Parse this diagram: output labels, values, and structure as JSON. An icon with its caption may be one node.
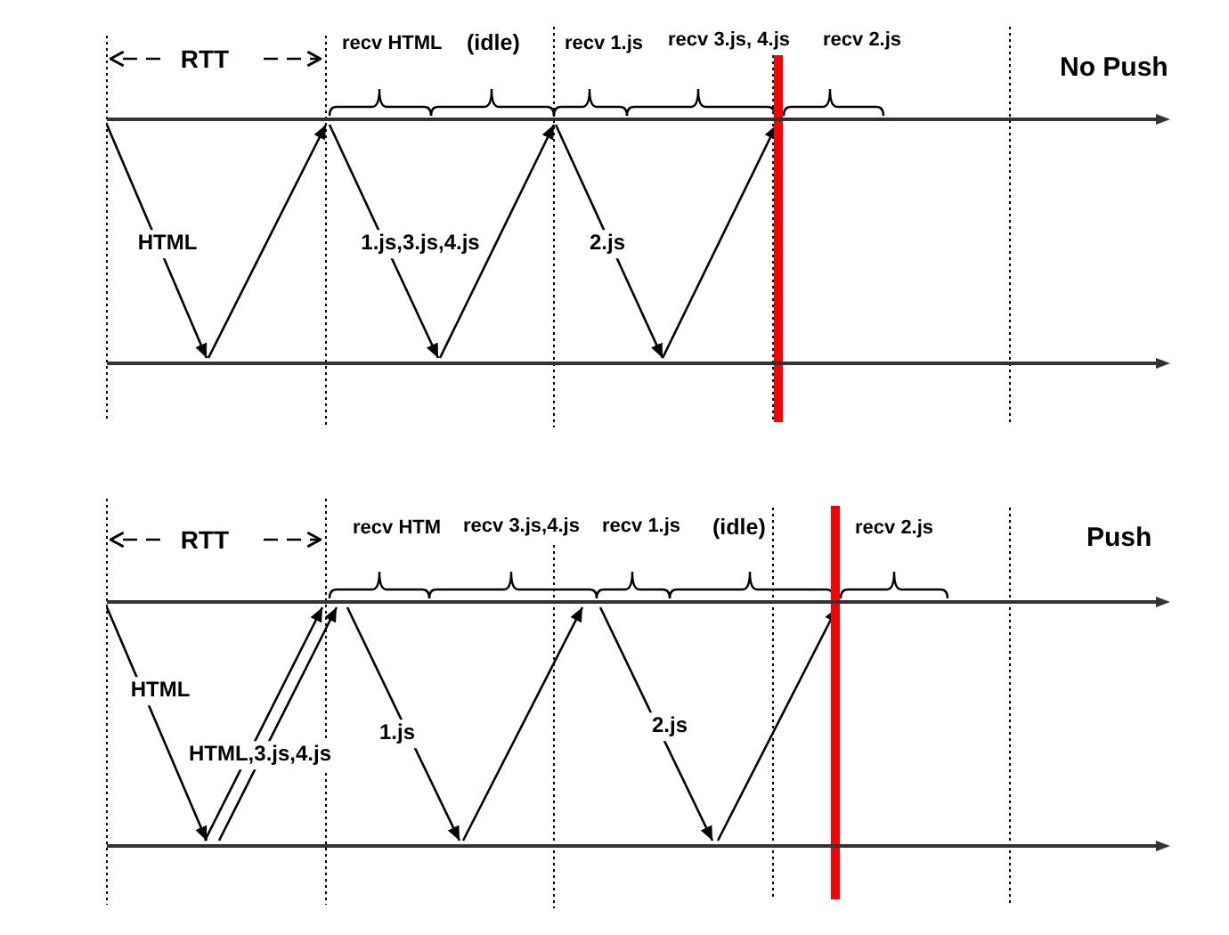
{
  "diagram": {
    "nodes": [
      {
        "text": [],
        "shape": "arrow"
      },
      {
        "text": [],
        "shape": "arrow"
      },
      {
        "text": [],
        "shape": "arrow"
      },
      {
        "text": [],
        "shape": "arrow"
      }
    ],
    "edges": [
      {
        "from": 0,
        "to": 1,
        "arrow": "to",
        "label": "HTML"
      },
      {
        "from": 1,
        "to": 0,
        "arrow": "to"
      },
      {
        "from": 0,
        "to": 1,
        "arrow": "to",
        "label": "1.js,3.js,4.js"
      },
      {
        "from": 1,
        "to": 0,
        "arrow": "to"
      },
      {
        "from": 0,
        "to": 1,
        "arrow": "to",
        "label": "2.js"
      },
      {
        "from": 1,
        "to": 0,
        "arrow": "to"
      },
      {
        "from": 2,
        "to": 3,
        "arrow": "to",
        "label": "HTML"
      },
      {
        "from": 3,
        "to": 2,
        "arrow": "to",
        "label": "HTML,3.js,4.js"
      },
      {
        "from": 3,
        "to": 2,
        "arrow": "to"
      },
      {
        "from": 2,
        "to": 3,
        "arrow": "to",
        "label": "1.js"
      },
      {
        "from": 3,
        "to": 2,
        "arrow": "to"
      },
      {
        "from": 2,
        "to": 3,
        "arrow": "to",
        "label": "2.js"
      },
      {
        "from": 3,
        "to": 2,
        "arrow": "to"
      }
    ],
    "labels": [
      "RTT",
      "recv HTML",
      "(idle)",
      "recv 1.js",
      "recv 3.js, 4.js",
      "recv 2.js",
      "No Push",
      "RTT",
      "recv HTM",
      "recv 3.js,4.js",
      "recv 1.js",
      "(idle)",
      "recv 2.js",
      "Push"
    ]
  }
}
